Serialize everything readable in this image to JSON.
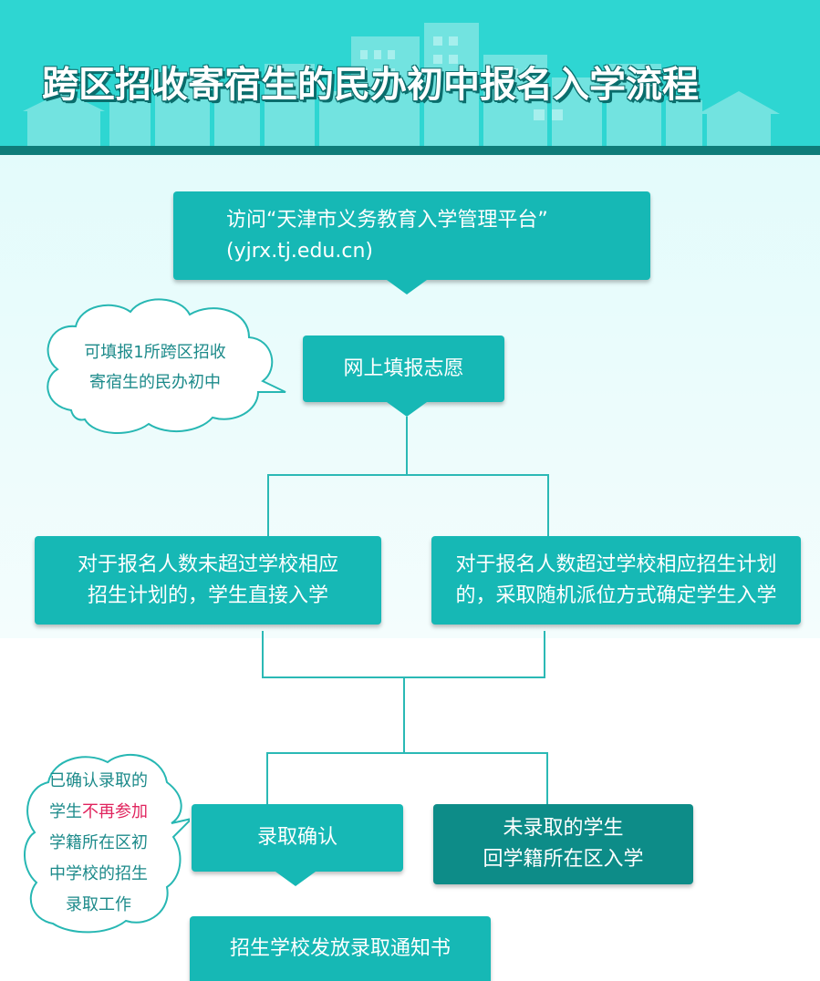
{
  "header": {
    "title": "跨区招收寄宿生的民办初中报名入学流程"
  },
  "steps": {
    "visit": {
      "line1": "访问“天津市义务教育入学管理平台”",
      "line2": "(yjrx.tj.edu.cn)"
    },
    "apply": {
      "label": "网上填报志愿"
    },
    "not_exceed": {
      "line1": "对于报名人数未超过学校相应",
      "line2": "招生计划的，学生直接入学"
    },
    "exceed": {
      "line1": "对于报名人数超过学校相应招生计划",
      "line2": "的，采取随机派位方式确定学生入学"
    },
    "confirm": {
      "label": "录取确认"
    },
    "not_admitted": {
      "line1": "未录取的学生",
      "line2": "回学籍所在区入学"
    },
    "notice": {
      "label": "招生学校发放录取通知书"
    }
  },
  "notes": {
    "apply_note": {
      "line1": "可填报1所跨区招收",
      "line2": "寄宿生的民办初中"
    },
    "confirm_note": {
      "line1": "已确认录取的",
      "line2_a": "学生",
      "line2_b": "不再参加",
      "line3": "学籍所在区初",
      "line4": "中学校的招生",
      "line5": "录取工作"
    }
  },
  "colors": {
    "teal": "#16b8b5",
    "dark_teal": "#0d8c88",
    "header": "#2ed6d2",
    "highlight": "#e0245e"
  }
}
